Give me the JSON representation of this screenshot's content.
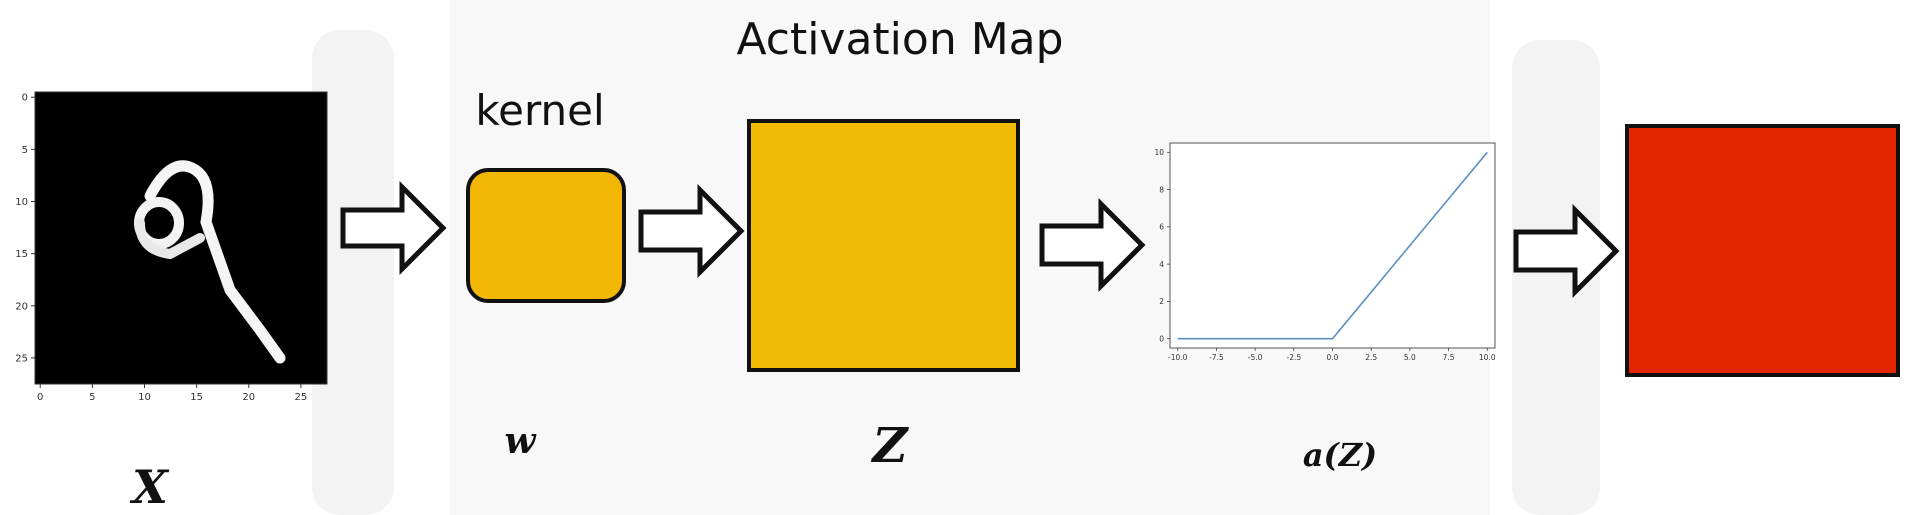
{
  "diagram": {
    "title": "Activation Map",
    "kernel_label": "kernel",
    "input_label": "X",
    "weight_label": "w",
    "activation_map_label": "Z",
    "activation_fn_label": "a(Z)"
  },
  "input_image": {
    "x_ticks": [
      "0",
      "5",
      "10",
      "15",
      "20",
      "25"
    ],
    "y_ticks": [
      "0",
      "5",
      "10",
      "15",
      "20",
      "25"
    ]
  },
  "relu_plot": {
    "x_ticks": [
      "-10.0",
      "-7.5",
      "-5.0",
      "-2.5",
      "0.0",
      "2.5",
      "5.0",
      "7.5",
      "10.0"
    ],
    "y_ticks": [
      "0",
      "2",
      "4",
      "6",
      "8",
      "10"
    ]
  },
  "chart_data": {
    "type": "line",
    "x": [
      -10,
      -7.5,
      -5,
      -2.5,
      0,
      2.5,
      5,
      7.5,
      10
    ],
    "series": [
      {
        "values": [
          0,
          0,
          0,
          0,
          0,
          2.5,
          5,
          7.5,
          10
        ]
      }
    ],
    "xlim": [
      -10.5,
      10.5
    ],
    "ylim": [
      -0.5,
      10.5
    ],
    "grid": false
  },
  "colors": {
    "kernel_fill": "#f2b705",
    "activation_map_fill": "#f2bc05",
    "output_fill": "#e32600",
    "relu_line": "#5b8fbf",
    "outline": "#111111"
  }
}
